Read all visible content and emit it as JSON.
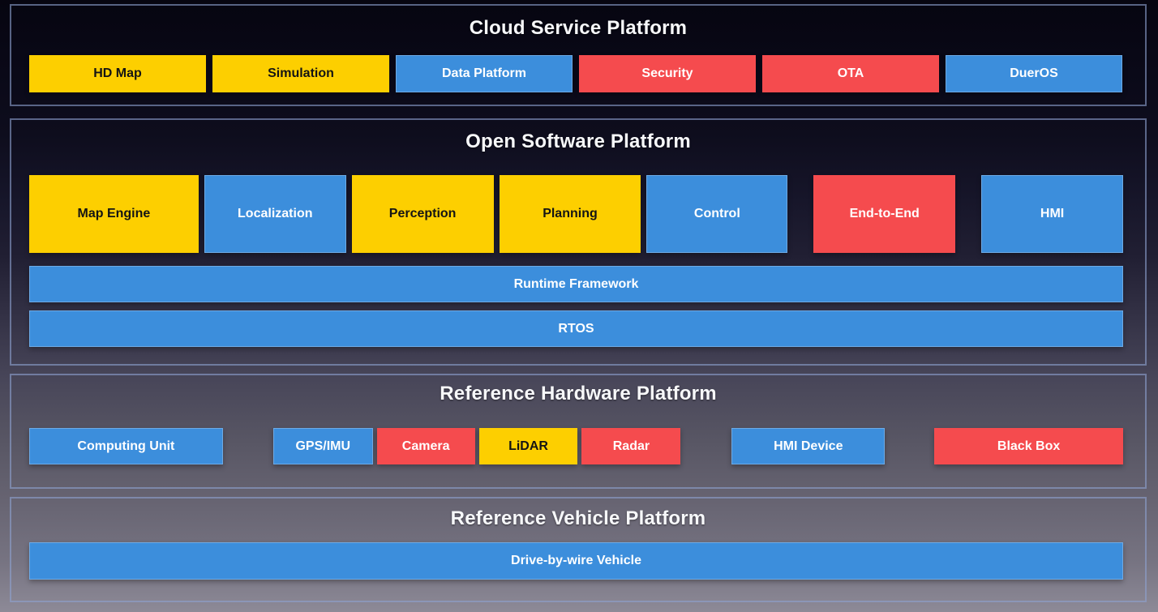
{
  "colors": {
    "yellow": "#FDCF00",
    "blue": "#3C8EDC",
    "red": "#F54B4E",
    "title_text": "#F7F8FA",
    "panel_border": "#8EA2D0"
  },
  "sections": [
    {
      "title": "Cloud Service Platform",
      "items": [
        {
          "label": "HD Map",
          "color": "yellow"
        },
        {
          "label": "Simulation",
          "color": "yellow"
        },
        {
          "label": "Data Platform",
          "color": "blue"
        },
        {
          "label": "Security",
          "color": "red"
        },
        {
          "label": "OTA",
          "color": "red"
        },
        {
          "label": "DuerOS",
          "color": "blue"
        }
      ]
    },
    {
      "title": "Open Software Platform",
      "items": [
        {
          "label": "Map Engine",
          "color": "yellow"
        },
        {
          "label": "Localization",
          "color": "blue"
        },
        {
          "label": "Perception",
          "color": "yellow"
        },
        {
          "label": "Planning",
          "color": "yellow"
        },
        {
          "label": "Control",
          "color": "blue"
        },
        {
          "label": "End-to-End",
          "color": "red"
        },
        {
          "label": "HMI",
          "color": "blue"
        }
      ],
      "bars": [
        {
          "label": "Runtime Framework",
          "color": "blue"
        },
        {
          "label": "RTOS",
          "color": "blue"
        }
      ]
    },
    {
      "title": "Reference Hardware Platform",
      "items": [
        {
          "label": "Computing Unit",
          "color": "blue"
        },
        {
          "label": "GPS/IMU",
          "color": "blue"
        },
        {
          "label": "Camera",
          "color": "red"
        },
        {
          "label": "LiDAR",
          "color": "yellow"
        },
        {
          "label": "Radar",
          "color": "red"
        },
        {
          "label": "HMI Device",
          "color": "blue"
        },
        {
          "label": "Black Box",
          "color": "red"
        }
      ]
    },
    {
      "title": "Reference Vehicle Platform",
      "bars": [
        {
          "label": "Drive-by-wire Vehicle",
          "color": "blue"
        }
      ]
    }
  ]
}
